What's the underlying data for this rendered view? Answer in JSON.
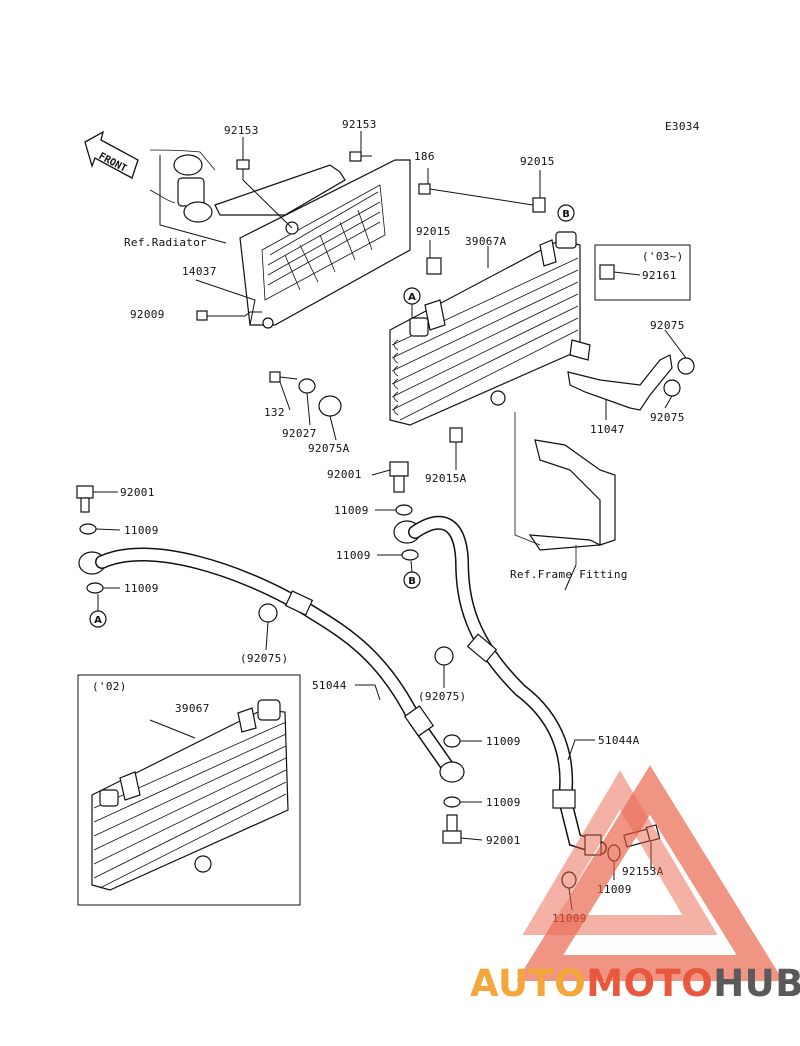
{
  "diagram_code": "E3034",
  "front_arrow_text": "FRONT",
  "labels": {
    "p92153_left": "92153",
    "p92153_top": "92153",
    "p186": "186",
    "p92015_top": "92015",
    "p92015_mid": "92015",
    "p39067A": "39067A",
    "year03": "('03~)",
    "p92161": "92161",
    "p14037": "14037",
    "p92009": "92009",
    "p92075_r1": "92075",
    "p92075_r2": "92075",
    "p132": "132",
    "p92027": "92027",
    "p92075A": "92075A",
    "p11047": "11047",
    "p92001_mid": "92001",
    "p92015A": "92015A",
    "p92001_left": "92001",
    "p11009_l1": "11009",
    "p11009_l2": "11009",
    "p11009_m1": "11009",
    "p11009_m2": "11009",
    "p92075_paren1": "(92075)",
    "p92075_paren2": "(92075)",
    "p51044": "51044",
    "year02": "('02)",
    "p39067": "39067",
    "p11009_b1": "11009",
    "p11009_b2": "11009",
    "p92001_bottom": "92001",
    "p51044A": "51044A",
    "p11009_b3": "11009",
    "p92153A": "92153A",
    "p11009_b4": "11009",
    "ref_radiator": "Ref.Radiator",
    "ref_frame": "Ref.Frame Fitting"
  },
  "markers": {
    "A": "A",
    "B": "B"
  },
  "watermark": {
    "part1": "AUTO",
    "part2": "MOTO",
    "part3": "HUB"
  },
  "colors": {
    "line": "#111111",
    "watermark_orange": "#f4a63a",
    "watermark_red": "#e8583e",
    "watermark_gray": "#5a5a5a"
  }
}
